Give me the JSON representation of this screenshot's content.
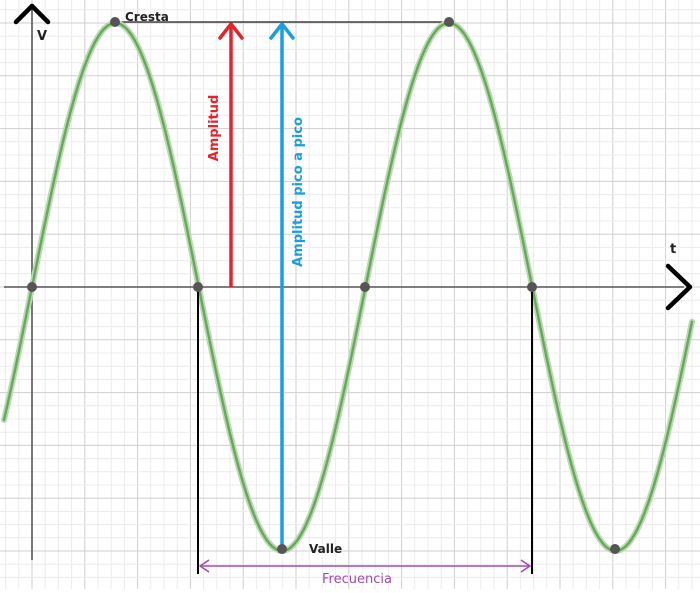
{
  "labels": {
    "y_axis": "V",
    "x_axis": "t",
    "crest": "Cresta",
    "trough": "Valle",
    "amplitude": "Amplitud",
    "peak_to_peak": "Amplitud pico a pico",
    "frequency": "Frecuencia"
  },
  "colors": {
    "background": "#ffffff",
    "grid_minor": "#ececec",
    "grid_major": "#cfcfcf",
    "axis": "#555555",
    "wave": "#67a85c",
    "wave_halo": "#b9d9b1",
    "point": "#555555",
    "amplitude_arrow": "#e2242c",
    "peak_to_peak_arrow": "#1a9ee0",
    "frequency_arrow": "#a24bb0",
    "guide_lines": "#000000"
  }
}
